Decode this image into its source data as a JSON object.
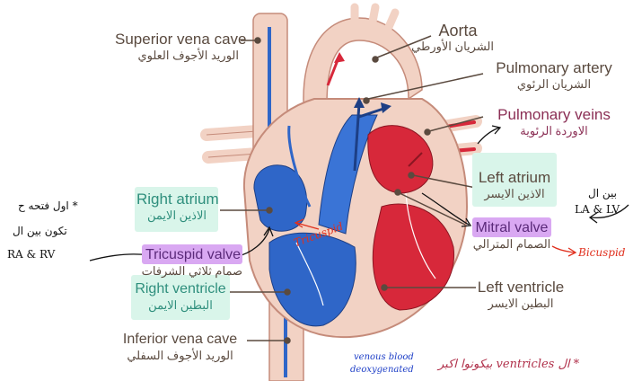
{
  "labels": {
    "superior_vena_cave": {
      "en": "Superior vena cave",
      "ar": "الوريد الأجوف العلوي"
    },
    "aorta": {
      "en": "Aorta",
      "ar": "الشريان الأورطي"
    },
    "pulmonary_artery": {
      "en": "Pulmonary artery",
      "ar": "الشريان الرئوي"
    },
    "pulmonary_veins": {
      "en": "Pulmonary veins",
      "ar": "الاوردة الرئوية"
    },
    "left_atrium": {
      "en": "Left atrium",
      "ar": "الاذين الايسر"
    },
    "right_atrium": {
      "en": "Right atrium",
      "ar": "الاذين الايمن"
    },
    "tricuspid_valve": {
      "en": "Tricuspid valve",
      "ar": "صمام ثلاثي الشرفات"
    },
    "mitral_valve": {
      "en": "Mitral valve",
      "ar": "الصمام المترالي"
    },
    "right_ventricle": {
      "en": "Right ventricle",
      "ar": "البطين الايمن"
    },
    "left_ventricle": {
      "en": "Left ventricle",
      "ar": "البطين الايسر"
    },
    "inferior_vena_cave": {
      "en": "Inferior vena cave",
      "ar": "الوريد الأجوف السفلي"
    }
  },
  "handwritten": {
    "left_note_line1": "* اول فتحه ح",
    "left_note_line2": "تكون بين ال",
    "left_note_line3": "RA & RV",
    "right_note_line1": "بين ال",
    "right_note_line2": "LA & LV",
    "tricuspid_red": "Tricuspid",
    "bicuspid_red": "Bicuspid",
    "venous_line1": "venous blood",
    "venous_line2": "deoxygenated",
    "bottom_note": "* ال ventricles بيكونوا اكبر"
  },
  "colors": {
    "heart_wall": "#f2d2c4",
    "heart_outline": "#c58b7a",
    "deoxygenated_blue": "#2f66c8",
    "oxygenated_red": "#d7283a",
    "highlight_green": "#d9f5ea",
    "highlight_purple": "#d9a8f2",
    "label_text": "#5a4a3f",
    "handwriting_red": "#e0301e",
    "handwriting_blue": "#1e3fc7"
  }
}
